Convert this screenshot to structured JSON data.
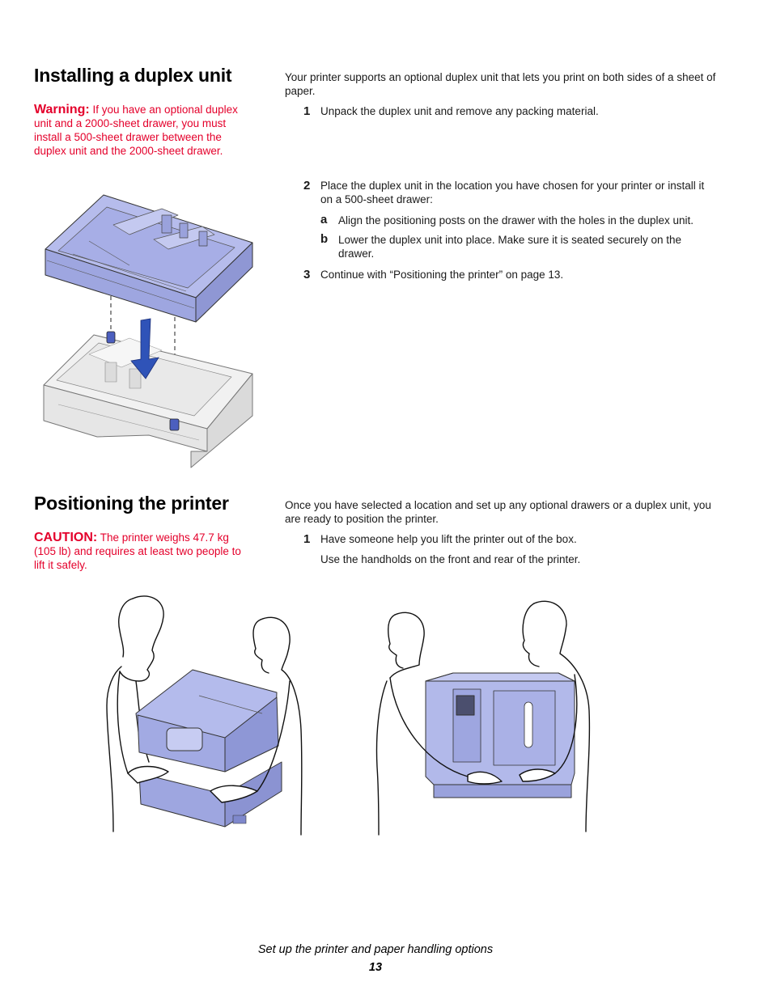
{
  "duplex": {
    "heading": "Installing a duplex unit",
    "warning_label": "Warning:",
    "warning_text": "If you have an optional duplex unit and a 2000-sheet drawer, you must install a 500-sheet drawer between the duplex unit and the 2000-sheet drawer.",
    "intro": "Your printer supports an optional duplex unit that lets you print on both sides of a sheet of paper.",
    "steps": [
      {
        "num": "1",
        "text": "Unpack the duplex unit and remove any packing material."
      },
      {
        "num": "2",
        "text": "Place the duplex unit in the location you have chosen for your printer or install it on a 500-sheet drawer:"
      },
      {
        "num": "3",
        "text": "Continue with “Positioning the printer” on page 13."
      }
    ],
    "substeps": [
      {
        "letter": "a",
        "text": "Align the positioning posts on the drawer with the holes in the duplex unit."
      },
      {
        "letter": "b",
        "text": "Lower the duplex unit into place. Make sure it is seated securely on the drawer."
      }
    ]
  },
  "positioning": {
    "heading": "Positioning the printer",
    "caution_label": "CAUTION:",
    "caution_text": "The printer weighs 47.7 kg (105 lb) and requires at least two people to lift it safely.",
    "intro": "Once you have selected a location and set up any optional drawers or a duplex unit, you are ready to position the printer.",
    "steps": [
      {
        "num": "1",
        "text": "Have someone help you lift the printer out of the box."
      }
    ],
    "note": "Use the handholds on the front and rear of the printer."
  },
  "footer": {
    "title": "Set up the printer and paper handling options",
    "page_number": "13"
  },
  "colors": {
    "warning_red": "#e4002b",
    "unit_blue": "#a9b0e6",
    "arrow_blue": "#2f53b8"
  }
}
